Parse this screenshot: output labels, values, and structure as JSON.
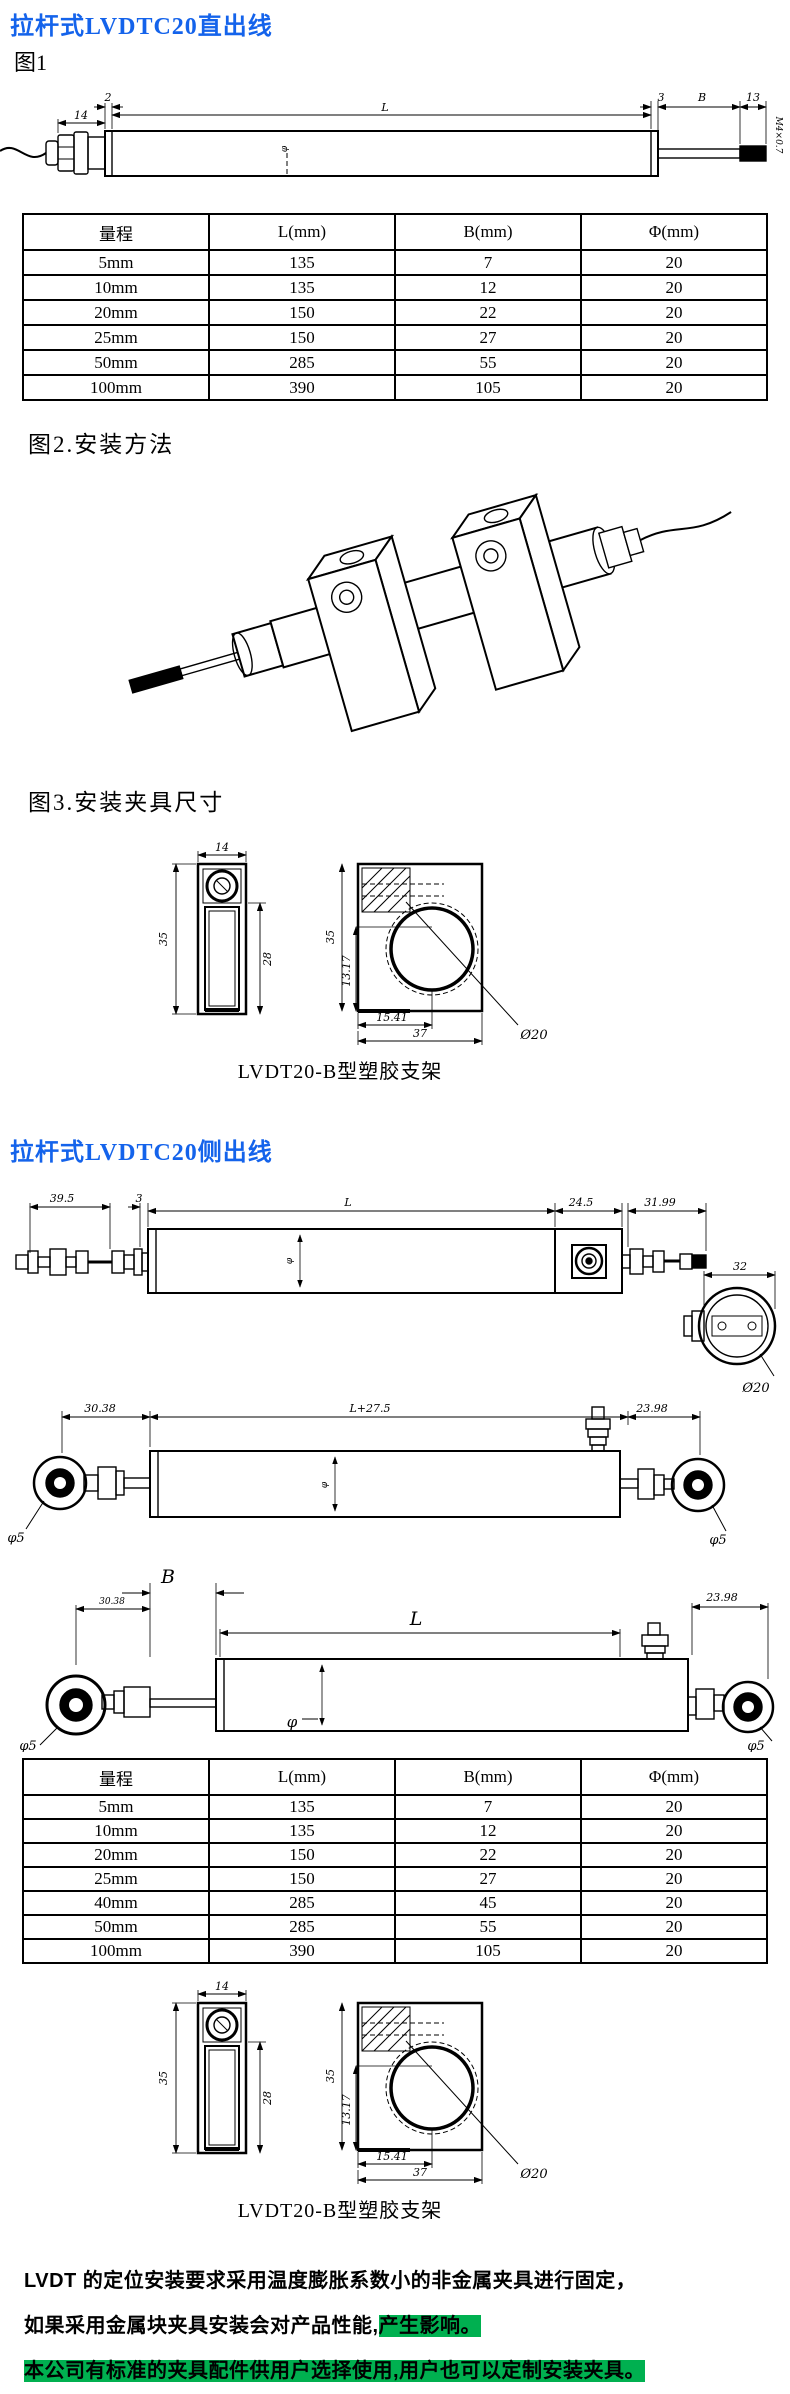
{
  "page": {
    "title1": "拉杆式LVDTC20直出线",
    "title2": "拉杆式LVDTC20侧出线",
    "fig1_label": "图1",
    "fig2_label": "图2.安装方法",
    "fig3_label": "图3.安装夹具尺寸",
    "accent_blue": "#1463EB",
    "highlight_green": "#00B050"
  },
  "fig1": {
    "dims": {
      "d2": "2",
      "d14": "14",
      "L": "L",
      "d3": "3",
      "B": "B",
      "d13": "13",
      "phi": "φ",
      "thread": "M4×0.7"
    }
  },
  "clamp": {
    "w14": "14",
    "h35_left": "35",
    "h28": "28",
    "h35_right": "35",
    "h1317": "13.17",
    "w1541": "15.41",
    "bore": "Ø20",
    "w37": "37",
    "caption": "LVDT20-B型塑胶支架"
  },
  "sideA": {
    "d395": "39.5",
    "d3": "3",
    "L": "L",
    "d245": "24.5",
    "d3199": "31.99",
    "d32": "32",
    "bore": "Ø20",
    "phi": "φ"
  },
  "sideB": {
    "d3038": "30.38",
    "L275": "L+27.5",
    "d2398": "23.98",
    "phi": "φ",
    "phi5l": "φ5",
    "phi5r": "φ5"
  },
  "sideC": {
    "B": "B",
    "d3038": "30.38",
    "L": "L",
    "d2398": "23.98",
    "phi": "φ",
    "phi5l": "φ5",
    "phi5r": "φ5"
  },
  "table1": {
    "headers": [
      "量程",
      "L(mm)",
      "B(mm)",
      "Φ(mm)"
    ],
    "rows": [
      [
        "5mm",
        "135",
        "7",
        "20"
      ],
      [
        "10mm",
        "135",
        "12",
        "20"
      ],
      [
        "20mm",
        "150",
        "22",
        "20"
      ],
      [
        "25mm",
        "150",
        "27",
        "20"
      ],
      [
        "50mm",
        "285",
        "55",
        "20"
      ],
      [
        "100mm",
        "390",
        "105",
        "20"
      ]
    ]
  },
  "table2": {
    "headers": [
      "量程",
      "L(mm)",
      "B(mm)",
      "Φ(mm)"
    ],
    "rows": [
      [
        "5mm",
        "135",
        "7",
        "20"
      ],
      [
        "10mm",
        "135",
        "12",
        "20"
      ],
      [
        "20mm",
        "150",
        "22",
        "20"
      ],
      [
        "25mm",
        "150",
        "27",
        "20"
      ],
      [
        "40mm",
        "285",
        "45",
        "20"
      ],
      [
        "50mm",
        "285",
        "55",
        "20"
      ],
      [
        "100mm",
        "390",
        "105",
        "20"
      ]
    ]
  },
  "footer": {
    "line1": "LVDT 的定位安装要求采用温度膨胀系数小的非金属夹具进行固定，",
    "line2_plain": "如果采用金属块夹具安装会对产品性能,",
    "line2_highlight": "产生影响。",
    "line3": "本公司有标准的夹具配件供用户选择使用,用户也可以定制安装夹具。"
  }
}
